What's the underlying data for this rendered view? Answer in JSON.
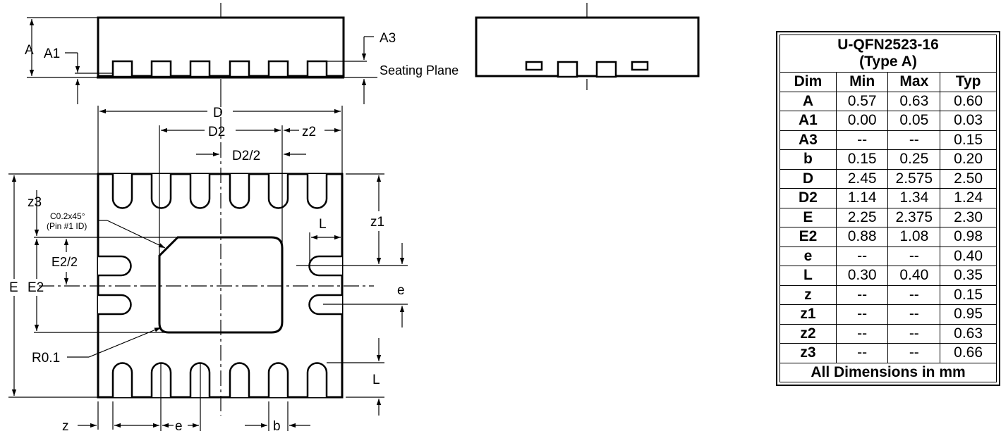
{
  "drawing": {
    "side_view": {
      "labels": {
        "a": "A",
        "a1": "A1",
        "a3": "A3",
        "seating_plane": "Seating Plane"
      }
    },
    "bottom_view": {
      "labels": {
        "d": "D",
        "d2": "D2",
        "z2": "z2",
        "d2_half": "D2/2",
        "z3": "z3",
        "chamfer": "C0.2x45°",
        "pin1": "(Pin #1 ID)",
        "z1": "z1",
        "l_top": "L",
        "e_half": "E2/2",
        "e_outer": "E",
        "e2": "E2",
        "e_pitch_right": "e",
        "r": "R0.1",
        "l_bottom": "L",
        "z": "z",
        "e_pitch_bottom": "e",
        "b": "b"
      }
    }
  },
  "table": {
    "title_line1": "U-QFN2523-16",
    "title_line2": "(Type A)",
    "headers": [
      "Dim",
      "Min",
      "Max",
      "Typ"
    ],
    "rows": [
      [
        "A",
        "0.57",
        "0.63",
        "0.60"
      ],
      [
        "A1",
        "0.00",
        "0.05",
        "0.03"
      ],
      [
        "A3",
        "--",
        "--",
        "0.15"
      ],
      [
        "b",
        "0.15",
        "0.25",
        "0.20"
      ],
      [
        "D",
        "2.45",
        "2.575",
        "2.50"
      ],
      [
        "D2",
        "1.14",
        "1.34",
        "1.24"
      ],
      [
        "E",
        "2.25",
        "2.375",
        "2.30"
      ],
      [
        "E2",
        "0.88",
        "1.08",
        "0.98"
      ],
      [
        "e",
        "--",
        "--",
        "0.40"
      ],
      [
        "L",
        "0.30",
        "0.40",
        "0.35"
      ],
      [
        "z",
        "--",
        "--",
        "0.15"
      ],
      [
        "z1",
        "--",
        "--",
        "0.95"
      ],
      [
        "z2",
        "--",
        "--",
        "0.63"
      ],
      [
        "z3",
        "--",
        "--",
        "0.66"
      ]
    ],
    "footer": "All Dimensions in mm"
  }
}
